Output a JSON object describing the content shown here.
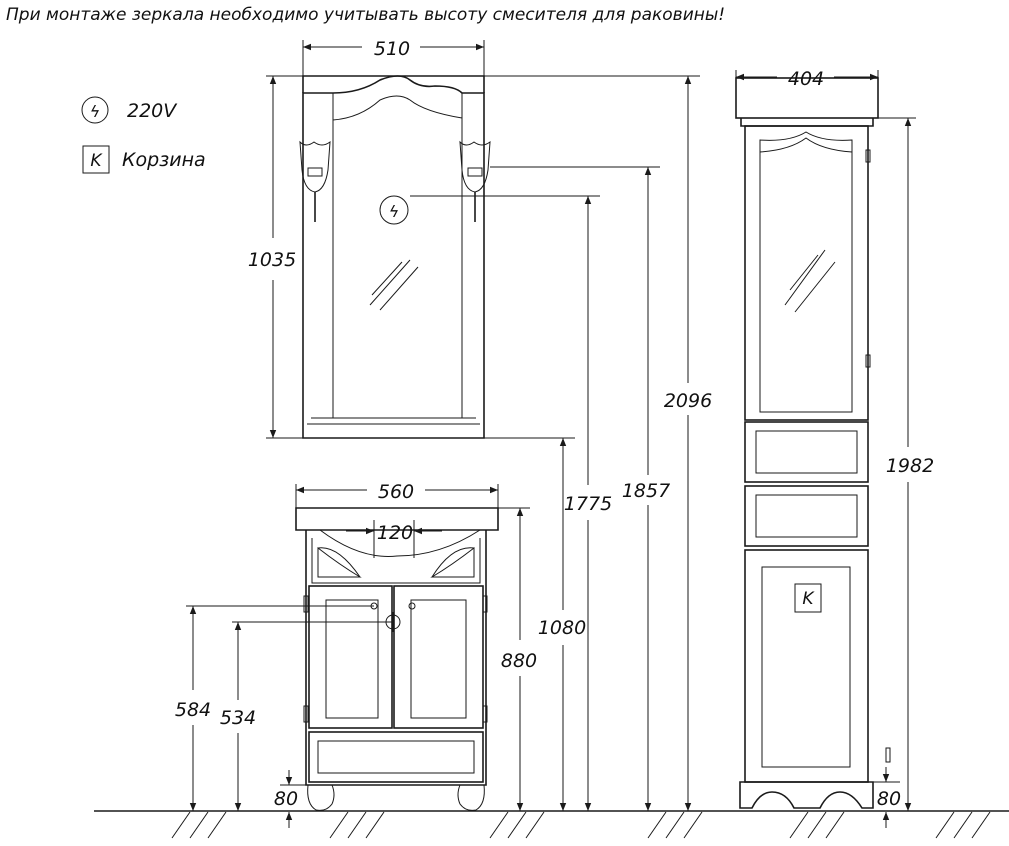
{
  "title": "При монтаже зеркала необходимо учитывать высоту смесителя для раковины!",
  "legend": [
    {
      "symbol": "ϟ",
      "text": "220V",
      "icon": "electrical-socket-icon"
    },
    {
      "symbol": "K",
      "text": "Корзина",
      "icon": "basket-icon"
    }
  ],
  "symbols": {
    "socket": "ϟ",
    "basket": "K"
  },
  "dims": {
    "mirror_width": "510",
    "mirror_height": "1035",
    "socket_height": "1775",
    "lamp_height": "1857",
    "total_height": "2096",
    "cabinet_top": "1080",
    "vanity_width": "560",
    "faucet_spacing": "120",
    "vanity_height": "880",
    "pipe_high": "584",
    "pipe_low": "534",
    "legs_vanity": "80",
    "column_width": "404",
    "column_height": "1982",
    "legs_column": "80"
  }
}
